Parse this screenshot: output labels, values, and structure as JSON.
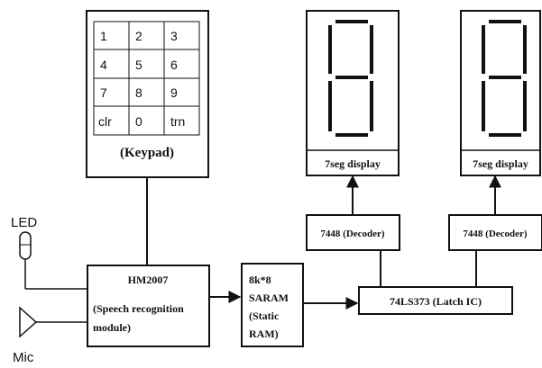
{
  "keypad": {
    "keys": [
      [
        "1",
        "2",
        "3"
      ],
      [
        "4",
        "5",
        "6"
      ],
      [
        "7",
        "8",
        "9"
      ],
      [
        "clr",
        "0",
        "trn"
      ]
    ],
    "label": "(Keypad)"
  },
  "hm2007": {
    "title": "HM2007",
    "desc_line1": "(Speech recognition",
    "desc_line2": "module)"
  },
  "sram": {
    "lines": [
      "8k*8",
      "SARAM",
      "(Static",
      "RAM)"
    ]
  },
  "latch": {
    "label": "74LS373 (Latch IC)"
  },
  "decoders": [
    {
      "label": "7448 (Decoder)"
    },
    {
      "label": "7448 (Decoder)"
    }
  ],
  "displays": [
    {
      "label": "7seg display",
      "digit": "8"
    },
    {
      "label": "7seg display",
      "digit": "8"
    }
  ],
  "led": {
    "label": "LED"
  },
  "mic": {
    "label": "Mic"
  },
  "colors": {
    "stroke": "#111111",
    "background": "#ffffff"
  }
}
